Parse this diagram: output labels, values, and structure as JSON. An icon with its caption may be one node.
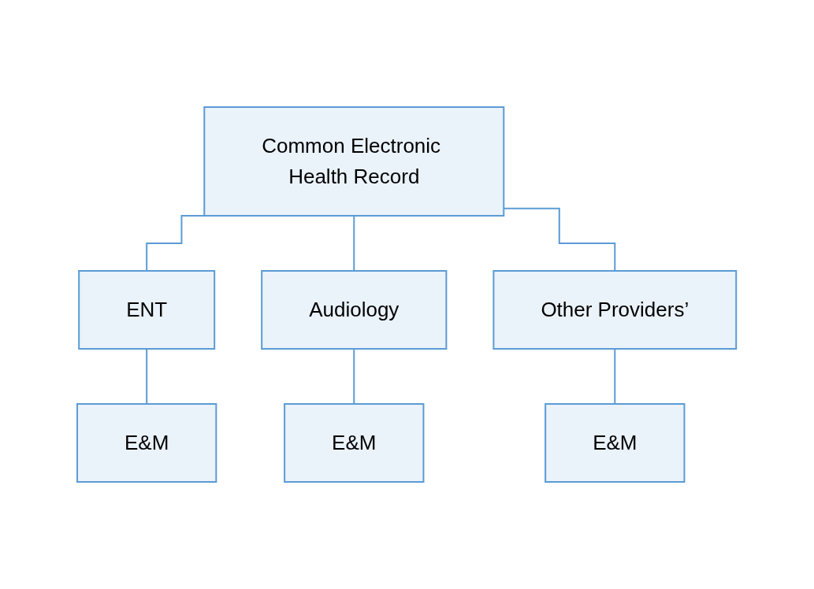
{
  "diagram": {
    "nodes": [
      {
        "text": [
          "Common Electronic Health Record"
        ]
      },
      {
        "text": [
          "ENT"
        ]
      },
      {
        "text": [
          "Audiology"
        ]
      },
      {
        "text": [
          "Other Providers’"
        ]
      },
      {
        "text": [
          "E&M"
        ]
      },
      {
        "text": [
          "E&M"
        ]
      },
      {
        "text": [
          "E&M"
        ]
      }
    ],
    "edges": [
      {
        "from": 0,
        "to": 1,
        "arrow": "none"
      },
      {
        "from": 0,
        "to": 2,
        "arrow": "none"
      },
      {
        "from": 0,
        "to": 3,
        "arrow": "none"
      },
      {
        "from": 1,
        "to": 4,
        "arrow": "none"
      },
      {
        "from": 2,
        "to": 5,
        "arrow": "none"
      },
      {
        "from": 3,
        "to": 6,
        "arrow": "none"
      }
    ]
  }
}
